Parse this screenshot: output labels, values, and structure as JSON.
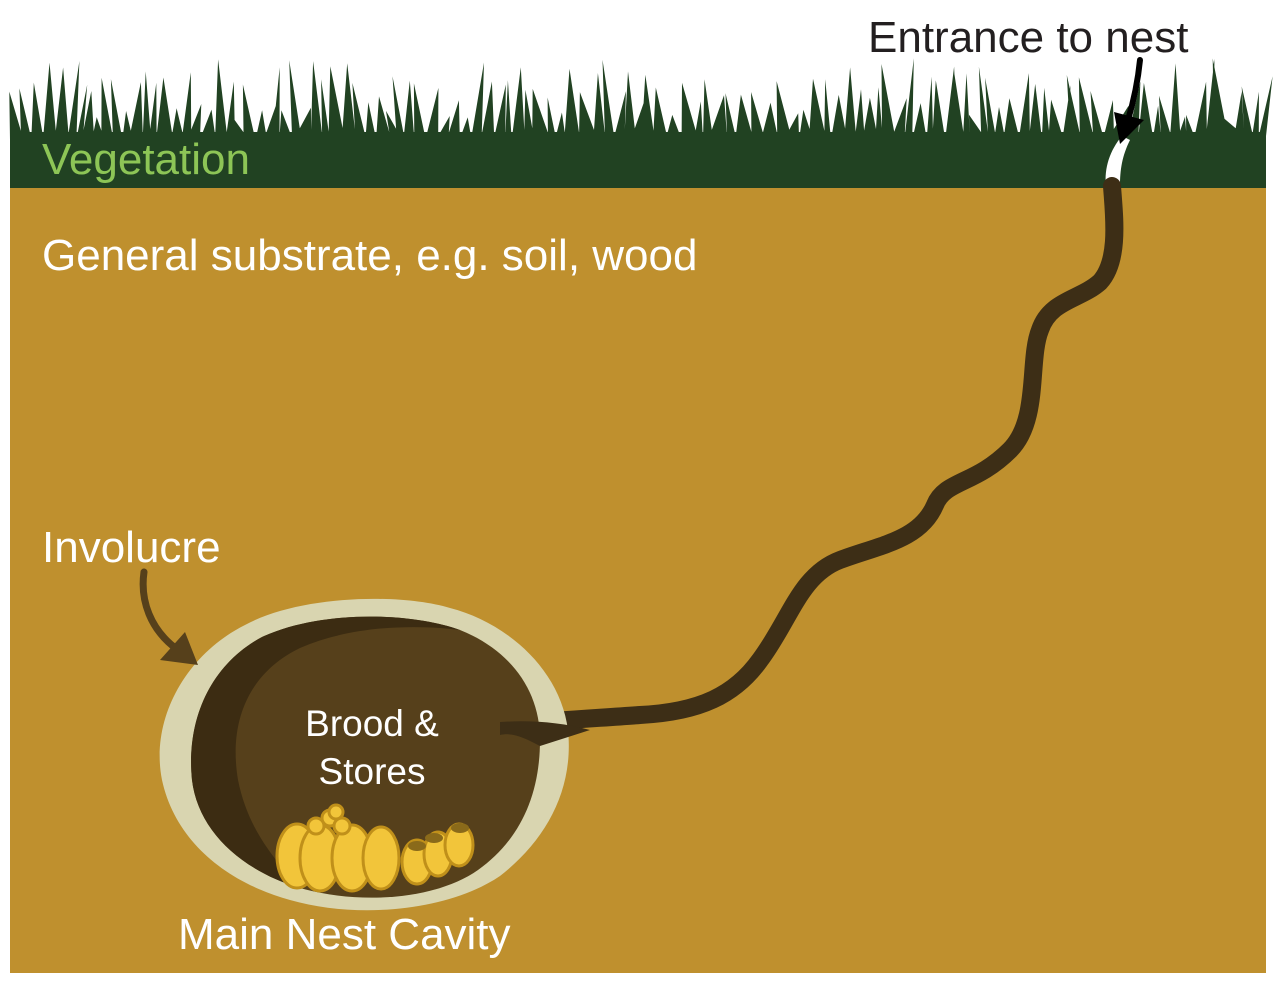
{
  "labels": {
    "entrance": "Entrance to nest",
    "vegetation": "Vegetation",
    "substrate": "General substrate, e.g. soil, wood",
    "involucre": "Involucre",
    "brood_line1": "Brood &",
    "brood_line2": "Stores",
    "cavity": "Main Nest Cavity"
  },
  "colors": {
    "substrate": "#bf902e",
    "vegetation": "#214222",
    "vegetation_label": "#8dc556",
    "tunnel": "#3d2e16",
    "cavity_fill": "#56401b",
    "cavity_shadow": "#3c2c12",
    "involucre": "#d9d5b0",
    "cells": "#f2c53a",
    "cell_outline": "#c0901a",
    "arrow_involucre": "#56401b",
    "arrow_entrance": "#000000"
  }
}
